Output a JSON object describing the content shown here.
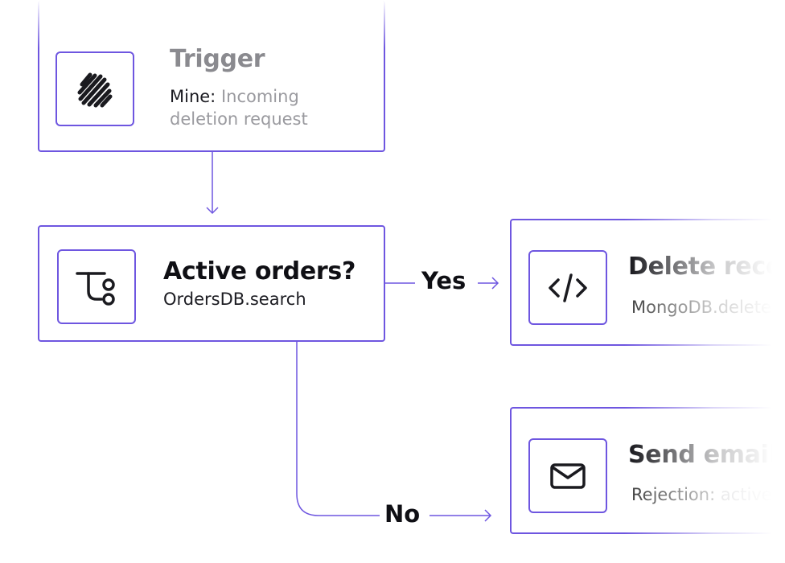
{
  "colors": {
    "accent": "#6e56e0",
    "text": "#0f0f14",
    "muted": "#9a9a9f"
  },
  "nodes": {
    "trigger": {
      "icon": "zapier-stripes-icon",
      "title": "Trigger",
      "sub_prefix": "Mine:",
      "sub_line1": "Incoming",
      "sub_line2": "deletion request"
    },
    "condition": {
      "icon": "branch-icon",
      "title": "Active orders?",
      "sub": "OrdersDB.search"
    },
    "delete": {
      "icon": "code-icon",
      "title": "Delete reco",
      "sub": "MongoDB.delete"
    },
    "email": {
      "icon": "mail-icon",
      "title": "Send email",
      "sub_prefix": "Rejection:",
      "sub_rest": "active"
    }
  },
  "edges": {
    "yes_label": "Yes",
    "no_label": "No"
  }
}
